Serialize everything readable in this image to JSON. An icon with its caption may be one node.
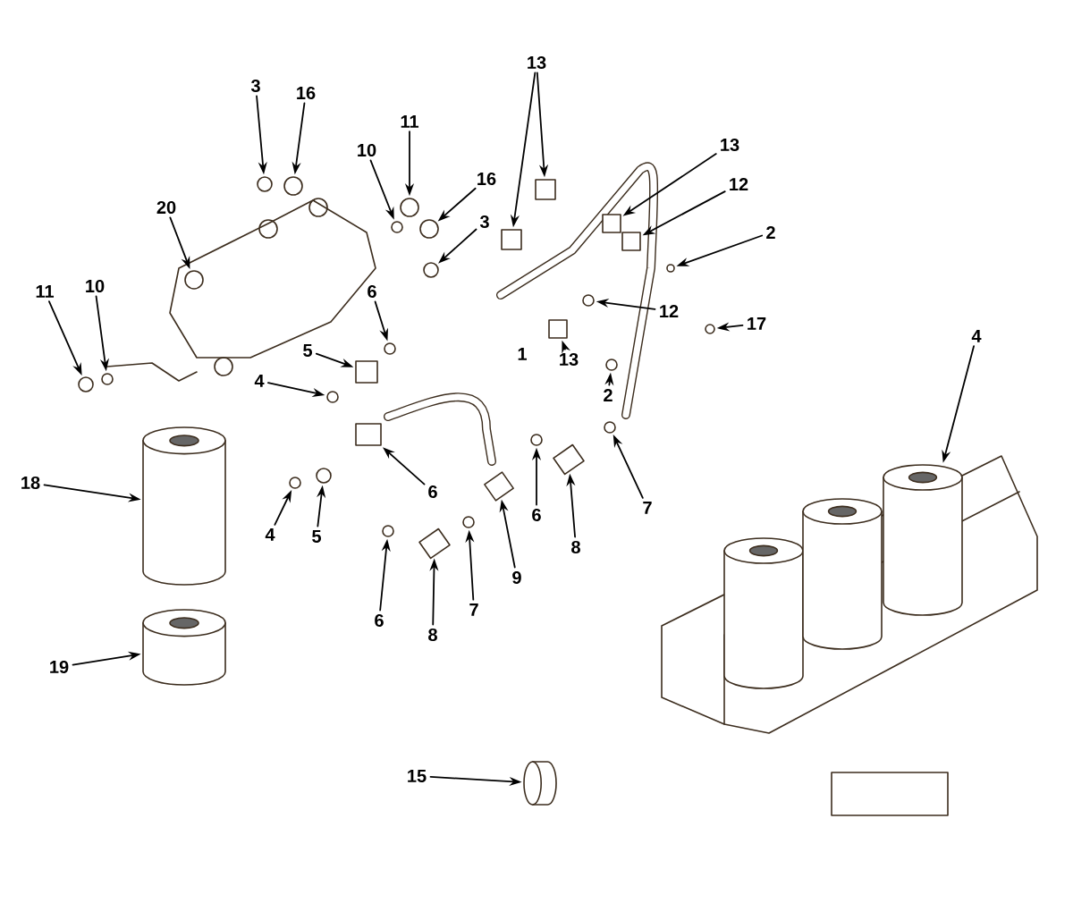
{
  "diagram": {
    "nodes": [
      {
        "text": [
          "3"
        ]
      },
      {
        "text": [
          "16"
        ]
      },
      {
        "text": [
          "20"
        ]
      },
      {
        "text": [
          "10"
        ]
      },
      {
        "text": [
          "11"
        ]
      },
      {
        "text": [
          "16"
        ]
      },
      {
        "text": [
          "3"
        ]
      },
      {
        "text": [
          "11"
        ]
      },
      {
        "text": [
          "10"
        ]
      },
      {
        "text": [
          "6"
        ]
      },
      {
        "text": [
          "5"
        ]
      },
      {
        "text": [
          "4"
        ]
      },
      {
        "text": [
          "13"
        ]
      },
      {
        "text": [
          "13"
        ]
      },
      {
        "text": [
          "12"
        ]
      },
      {
        "text": [
          "2"
        ]
      },
      {
        "text": [
          "12"
        ]
      },
      {
        "text": [
          "13"
        ]
      },
      {
        "text": [
          "2"
        ]
      },
      {
        "text": [
          "17"
        ]
      },
      {
        "text": [
          "4"
        ]
      },
      {
        "text": [
          "18"
        ]
      },
      {
        "text": [
          "19"
        ]
      },
      {
        "text": [
          "6"
        ]
      },
      {
        "text": [
          "4"
        ]
      },
      {
        "text": [
          "5"
        ]
      },
      {
        "text": [
          "6"
        ]
      },
      {
        "text": [
          "8"
        ]
      },
      {
        "text": [
          "7"
        ]
      },
      {
        "text": [
          "9"
        ]
      },
      {
        "text": [
          "6"
        ]
      },
      {
        "text": [
          "8"
        ]
      },
      {
        "text": [
          "7"
        ]
      },
      {
        "text": [
          "15"
        ]
      },
      {
        "text": [],
        "shape": "circle"
      },
      {
        "text": [],
        "shape": "circle"
      },
      {
        "text": [],
        "shape": "picture"
      },
      {
        "text": [],
        "shape": "circle",
        "in": 36
      },
      {
        "text": [],
        "shape": "circle"
      },
      {
        "text": [],
        "shape": "circle"
      },
      {
        "text": [],
        "shape": "circle"
      },
      {
        "text": [],
        "shape": "circle"
      },
      {
        "text": [],
        "shape": "circle"
      },
      {
        "text": [],
        "shape": "circle"
      },
      {
        "text": [],
        "shape": "circle"
      },
      {
        "text": [],
        "shape": "box"
      },
      {
        "text": [],
        "shape": "circle"
      },
      {
        "text": [],
        "shape": "box"
      },
      {
        "text": [],
        "shape": "box"
      },
      {
        "text": [],
        "shape": "box"
      },
      {
        "text": [],
        "shape": "box"
      },
      {
        "text": [],
        "shape": "circle"
      },
      {
        "text": [],
        "shape": "circle"
      },
      {
        "text": [],
        "shape": "box"
      },
      {
        "text": [],
        "shape": "circle"
      },
      {
        "text": [],
        "shape": "circle"
      },
      {
        "text": [],
        "shape": "cylinder"
      },
      {
        "text": [],
        "shape": "cylinder"
      },
      {
        "text": [],
        "shape": "cylinder"
      },
      {
        "text": [],
        "shape": "box"
      },
      {
        "text": [],
        "shape": "circle"
      },
      {
        "text": [],
        "shape": "circle"
      },
      {
        "text": [],
        "shape": "circle"
      },
      {
        "text": [],
        "shape": "box"
      },
      {
        "text": [],
        "shape": "circle"
      },
      {
        "text": [],
        "shape": "box"
      },
      {
        "text": [],
        "shape": "circle"
      },
      {
        "text": [],
        "shape": "box"
      },
      {
        "text": [],
        "shape": "circle"
      },
      {
        "text": [],
        "shape": "cylinder"
      },
      {
        "text": [],
        "shape": "cylinder"
      },
      {
        "text": [],
        "shape": "cylinder"
      }
    ],
    "edges": [
      {
        "from": 0,
        "to": 34,
        "arrow": "to"
      },
      {
        "from": 1,
        "to": 35,
        "arrow": "to"
      },
      {
        "from": 2,
        "to": 37,
        "arrow": "to"
      },
      {
        "from": 3,
        "to": 38,
        "arrow": "to"
      },
      {
        "from": 4,
        "to": 39,
        "arrow": "to"
      },
      {
        "from": 5,
        "to": 40,
        "arrow": "to"
      },
      {
        "from": 6,
        "to": 41,
        "arrow": "to"
      },
      {
        "from": 7,
        "to": 42,
        "arrow": "to"
      },
      {
        "from": 8,
        "to": 43,
        "arrow": "to"
      },
      {
        "from": 9,
        "to": 44,
        "arrow": "to"
      },
      {
        "from": 10,
        "to": 45,
        "arrow": "to"
      },
      {
        "from": 11,
        "to": 46,
        "arrow": "to"
      },
      {
        "from": 12,
        "to": 47,
        "arrow": "to"
      },
      {
        "from": 12,
        "to": 48,
        "arrow": "to"
      },
      {
        "from": 13,
        "to": 49,
        "arrow": "to"
      },
      {
        "from": 14,
        "to": 50,
        "arrow": "to"
      },
      {
        "from": 15,
        "to": 51,
        "arrow": "to"
      },
      {
        "from": 16,
        "to": 52,
        "arrow": "to"
      },
      {
        "from": 17,
        "to": 53,
        "arrow": "to"
      },
      {
        "from": 18,
        "to": 54,
        "arrow": "to"
      },
      {
        "from": 19,
        "to": 55,
        "arrow": "to"
      },
      {
        "from": 20,
        "to": 56,
        "arrow": "to"
      },
      {
        "from": 21,
        "to": 57,
        "arrow": "to"
      },
      {
        "from": 22,
        "to": 58,
        "arrow": "to"
      },
      {
        "from": 23,
        "to": 59,
        "arrow": "to"
      },
      {
        "from": 24,
        "to": 60,
        "arrow": "to"
      },
      {
        "from": 25,
        "to": 61,
        "arrow": "to"
      },
      {
        "from": 26,
        "to": 62,
        "arrow": "to"
      },
      {
        "from": 27,
        "to": 63,
        "arrow": "to"
      },
      {
        "from": 28,
        "to": 64,
        "arrow": "to"
      },
      {
        "from": 29,
        "to": 65,
        "arrow": "to"
      },
      {
        "from": 30,
        "to": 66,
        "arrow": "to"
      },
      {
        "from": 31,
        "to": 67,
        "arrow": "to"
      },
      {
        "from": 32,
        "to": 68,
        "arrow": "to"
      },
      {
        "from": 33,
        "to": 69,
        "arrow": "to"
      }
    ],
    "labels": [
      "1"
    ]
  }
}
